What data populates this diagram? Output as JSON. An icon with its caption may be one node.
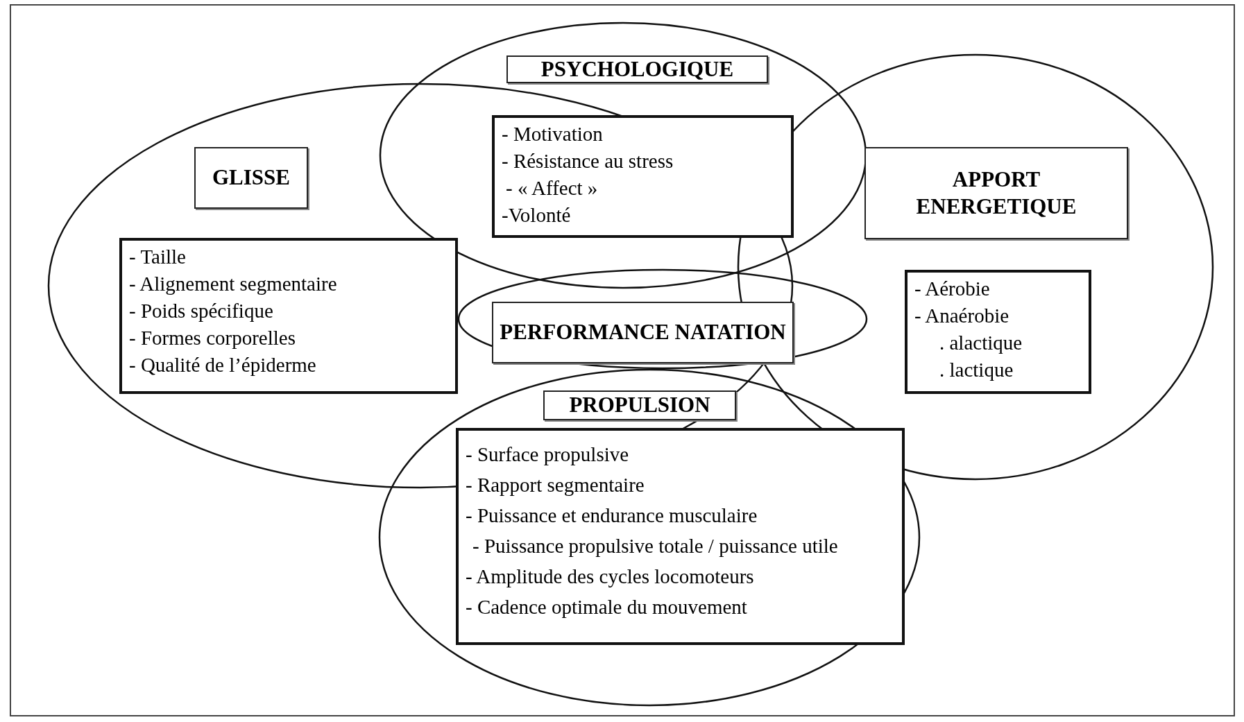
{
  "diagram": {
    "nodes": [
      {
        "text": [],
        "shape": "ellipse"
      },
      {
        "text": [
          "GLISSE"
        ],
        "in": 0
      },
      {
        "text": [
          "- Taille",
          "- Alignement segmentaire",
          "- Poids spécifique",
          "- Formes corporelles",
          "- Qualité de l’épiderme"
        ],
        "in": 0
      },
      {
        "text": [],
        "shape": "ellipse"
      },
      {
        "text": [
          "PSYCHOLOGIQUE"
        ],
        "in": 3
      },
      {
        "text": [
          "- Motivation",
          "- Résistance au stress",
          "- « Affect »",
          "-Volonté"
        ]
      },
      {
        "text": [],
        "shape": "ellipse"
      },
      {
        "text": [
          "APPORT ENERGETIQUE"
        ],
        "in": 6
      },
      {
        "text": [
          "- Aérobie",
          "- Anaérobie",
          ". alactique",
          ". lactique"
        ],
        "in": 6
      },
      {
        "text": [],
        "shape": "ellipse"
      },
      {
        "text": [
          "PROPULSION"
        ]
      },
      {
        "text": [
          "- Surface propulsive",
          "- Rapport segmentaire",
          "- Puissance et endurance musculaire",
          "- Puissance propulsive totale / puissance utile",
          "- Amplitude des cycles locomoteurs",
          "- Cadence optimale du mouvement"
        ],
        "in": 9
      },
      {
        "text": [],
        "shape": "ellipse"
      },
      {
        "text": [
          "PERFORMANCE NATATION"
        ],
        "in": 12
      }
    ]
  }
}
